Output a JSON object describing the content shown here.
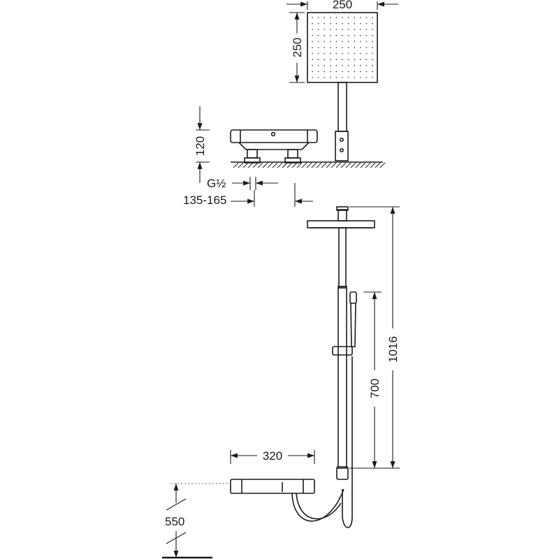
{
  "dimensions": {
    "head_width": "250",
    "head_height": "250",
    "mixer_height": "120",
    "connection": "G½",
    "centers": "135-165",
    "mixer_width": "320",
    "column_height": "1016",
    "slide_rail": "700",
    "floor_to_mixer": "550"
  }
}
